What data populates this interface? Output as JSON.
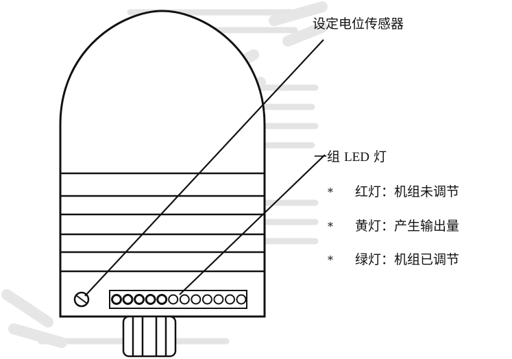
{
  "labels": {
    "sensor": "设定电位传感器",
    "led_group_prefix": "一组",
    "led_group_latin": "LED",
    "led_group_suffix": "灯"
  },
  "bullets": [
    {
      "marker": "*",
      "text": "红灯：机组未调节"
    },
    {
      "marker": "*",
      "text": "黄灯：产生输出量"
    },
    {
      "marker": "*",
      "text": "绿灯：机组已调节"
    }
  ],
  "colors": {
    "line": "#111111",
    "background_text": "#bdbdbd",
    "watermark": "#e8e8e8"
  },
  "device": {
    "led_count": 12
  }
}
